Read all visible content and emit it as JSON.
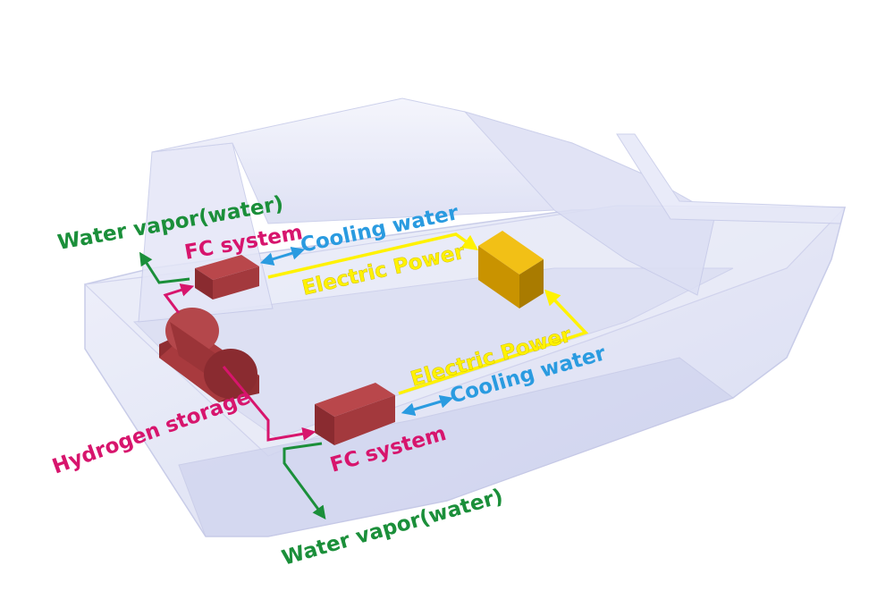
{
  "labels": {
    "water_vapor_top": "Water vapor(water)",
    "fc_system_top": "FC system",
    "cooling_water_top": "Cooling water",
    "electric_power_top": "Electric Power",
    "electric_power_bottom": "Electric Power",
    "cooling_water_bottom": "Cooling water",
    "hydrogen_storage": "Hydrogen storage",
    "fc_system_bottom": "FC system",
    "water_vapor_bottom": "Water vapor(water)"
  },
  "colors": {
    "hydrogen_flow": "#d7156d",
    "water_vapor_flow": "#1b8f3a",
    "cooling_water_flow": "#2a9be0",
    "electric_power_flow": "#fff200",
    "fc_system_box": "#a83a3e",
    "hydrogen_tank": "#a83a3e",
    "battery_box": "#d9a400",
    "hull": "#dfe2f6"
  }
}
